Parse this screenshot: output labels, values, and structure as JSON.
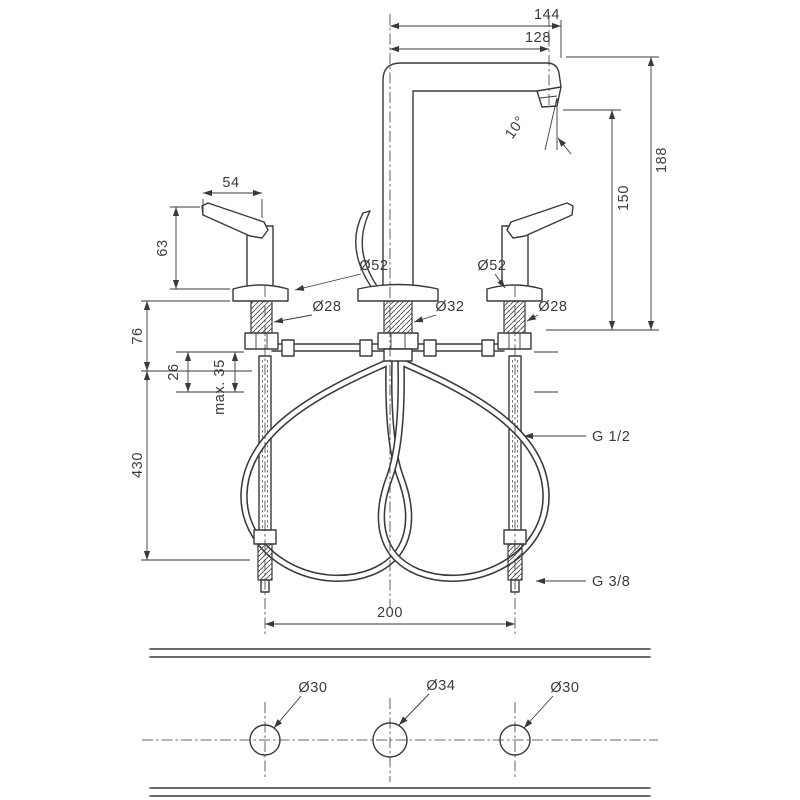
{
  "page": {
    "background": "#ffffff",
    "line_color": "#3a3a3a"
  },
  "drawing": {
    "dims": {
      "top_outer": "144",
      "top_inner": "128",
      "spout_angle": "10°",
      "total_height": "188",
      "spout_height": "150",
      "handle_length": "54",
      "handle_height": "63",
      "below_deck": "76",
      "deck_thickness": "26",
      "max_thickness": "max. 35",
      "hose_length": "430",
      "escutcheon_left": "Ø52",
      "escutcheon_right": "Ø52",
      "shank_left": "Ø28",
      "shank_center": "Ø32",
      "shank_right": "Ø28",
      "thread_mid": "G 1/2",
      "thread_bottom": "G 3/8",
      "hole_spacing": "200",
      "hole_left": "Ø30",
      "hole_center": "Ø34",
      "hole_right": "Ø30"
    }
  }
}
